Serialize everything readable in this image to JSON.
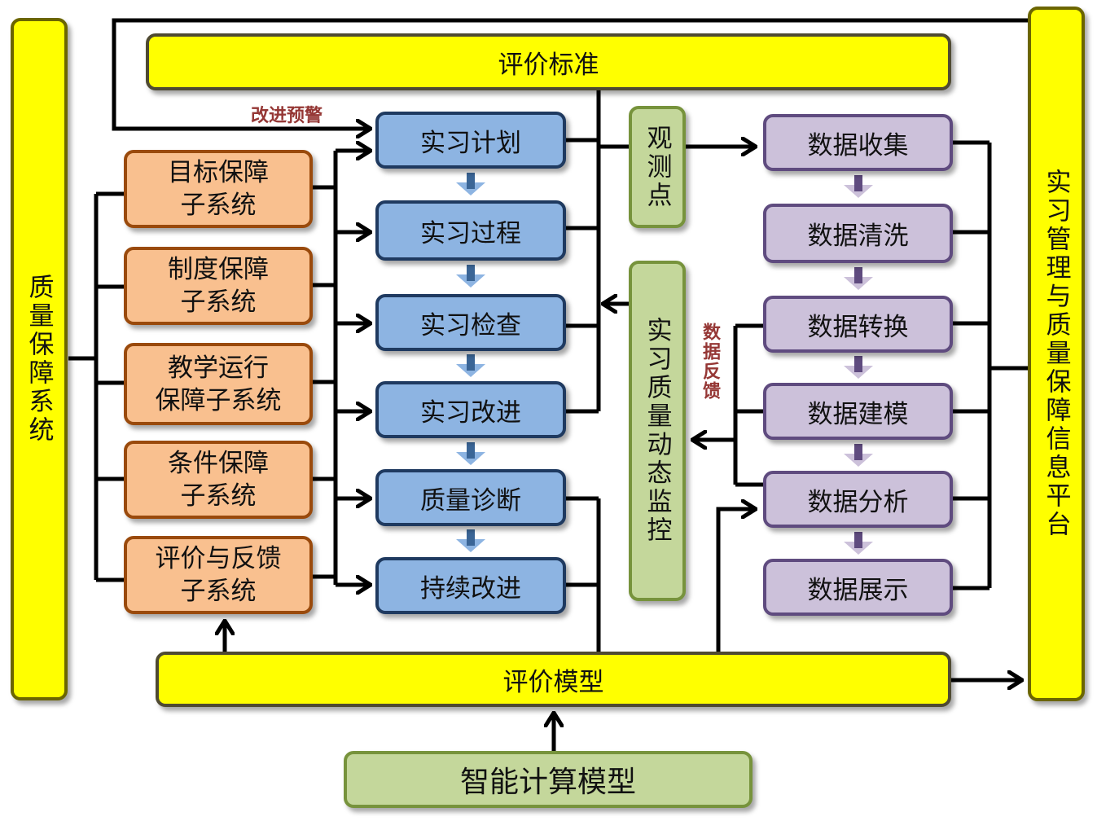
{
  "left_system": {
    "label": "质量保障系统"
  },
  "right_platform": {
    "label": "实习管理与质量保障信息平台"
  },
  "top_bar": {
    "label": "评价标准"
  },
  "bottom_bar": {
    "label": "评价模型"
  },
  "base_model": {
    "label": "智能计算模型"
  },
  "warning_label": "改进预警",
  "feedback_label": "数据反馈",
  "subsystems": [
    {
      "label": "目标保障子系统",
      "lines": [
        "目标保障",
        "子系统"
      ]
    },
    {
      "label": "制度保障子系统",
      "lines": [
        "制度保障",
        "子系统"
      ]
    },
    {
      "label": "教学运行保障子系统",
      "lines": [
        "教学运行",
        "保障子系统"
      ]
    },
    {
      "label": "条件保障子系统",
      "lines": [
        "条件保障",
        "子系统"
      ]
    },
    {
      "label": "评价与反馈子系统",
      "lines": [
        "评价与反馈",
        "子系统"
      ]
    }
  ],
  "process_steps": [
    {
      "label": "实习计划"
    },
    {
      "label": "实习过程"
    },
    {
      "label": "实习检查"
    },
    {
      "label": "实习改进"
    },
    {
      "label": "质量诊断"
    },
    {
      "label": "持续改进"
    }
  ],
  "observation_point": {
    "label": "观测点"
  },
  "monitoring": {
    "label": "实习质量动态监控"
  },
  "data_steps": [
    {
      "label": "数据收集"
    },
    {
      "label": "数据清洗"
    },
    {
      "label": "数据转换"
    },
    {
      "label": "数据建模"
    },
    {
      "label": "数据分析"
    },
    {
      "label": "数据展示"
    }
  ],
  "colors": {
    "yellow": "#ffff00",
    "orange": "#f9c08f",
    "blue": "#8db4e2",
    "purple": "#ccc1da",
    "green": "#c4d79b",
    "warning_red": "#953735"
  }
}
